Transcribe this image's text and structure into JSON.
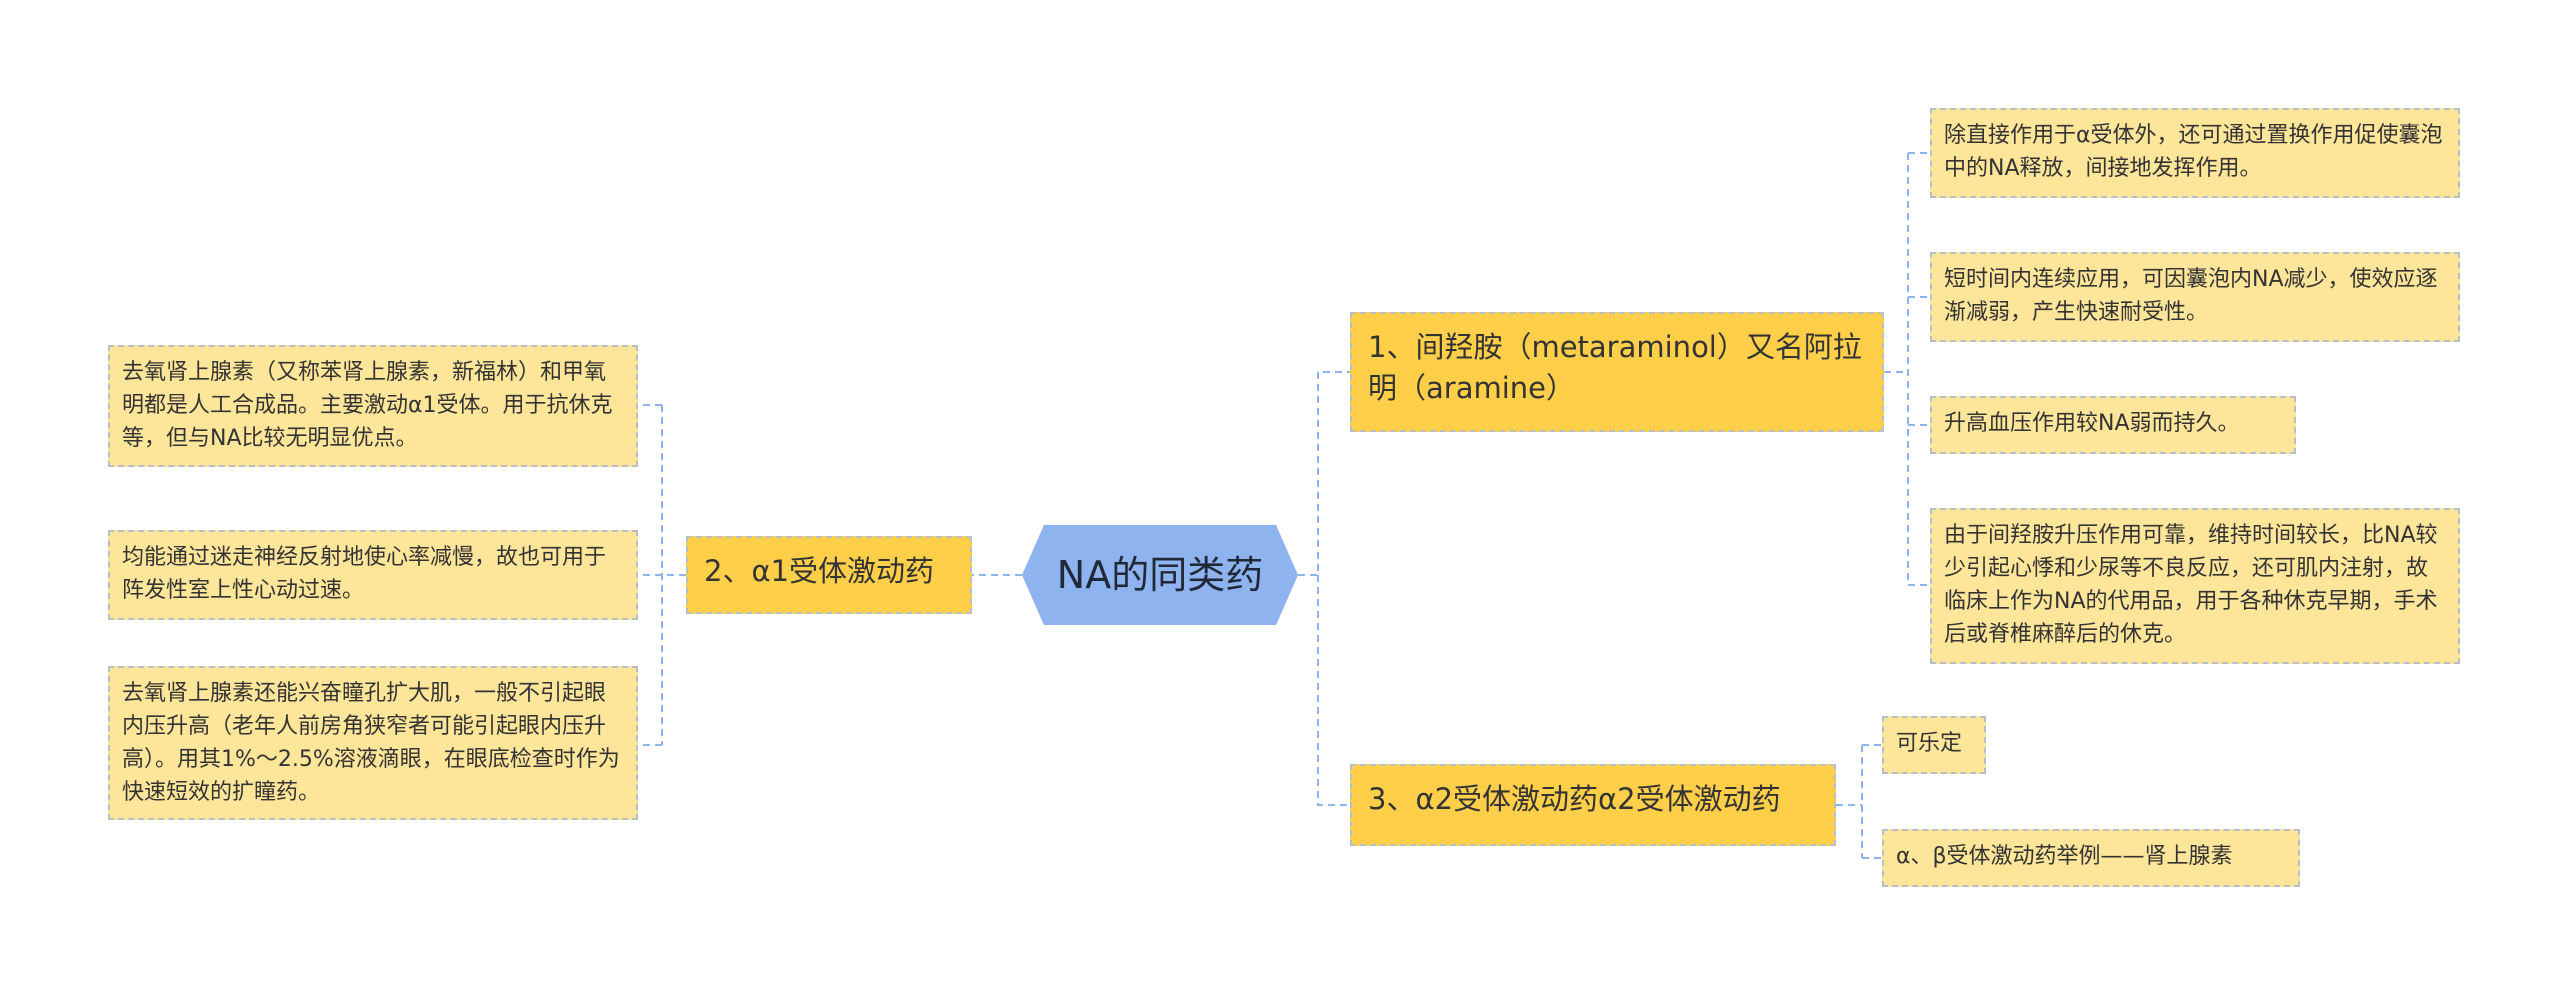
{
  "colors": {
    "root": "#8fb3ee",
    "branch": "#ffcf4a",
    "leaf": "#fde59a",
    "connector": "#8fb3ee",
    "border": "#b9bfc6"
  },
  "root": {
    "label": "NA的同类药"
  },
  "branches": [
    {
      "label": "1、间羟胺（metaraminol）又名阿拉明（aramine）",
      "leaves": [
        "除直接作用于α受体外，还可通过置换作用促使囊泡中的NA释放，间接地发挥作用。",
        "短时间内连续应用，可因囊泡内NA减少，使效应逐渐减弱，产生快速耐受性。",
        "升高血压作用较NA弱而持久。",
        "由于间羟胺升压作用可靠，维持时间较长，比NA较少引起心悸和少尿等不良反应，还可肌内注射，故临床上作为NA的代用品，用于各种休克早期，手术后或脊椎麻醉后的休克。"
      ]
    },
    {
      "label": "2、α1受体激动药",
      "leaves": [
        "去氧肾上腺素（又称苯肾上腺素，新福林）和甲氧明都是人工合成品。主要激动α1受体。用于抗休克等，但与NA比较无明显优点。",
        "均能通过迷走神经反射地使心率减慢，故也可用于阵发性室上性心动过速。",
        "去氧肾上腺素还能兴奋瞳孔扩大肌，一般不引起眼内压升高（老年人前房角狭窄者可能引起眼内压升高）。用其1%～2.5%溶液滴眼，在眼底检查时作为快速短效的扩瞳药。"
      ]
    },
    {
      "label": "3、α2受体激动药α2受体激动药",
      "leaves": [
        "可乐定",
        "α、β受体激动药举例——肾上腺素"
      ]
    }
  ]
}
